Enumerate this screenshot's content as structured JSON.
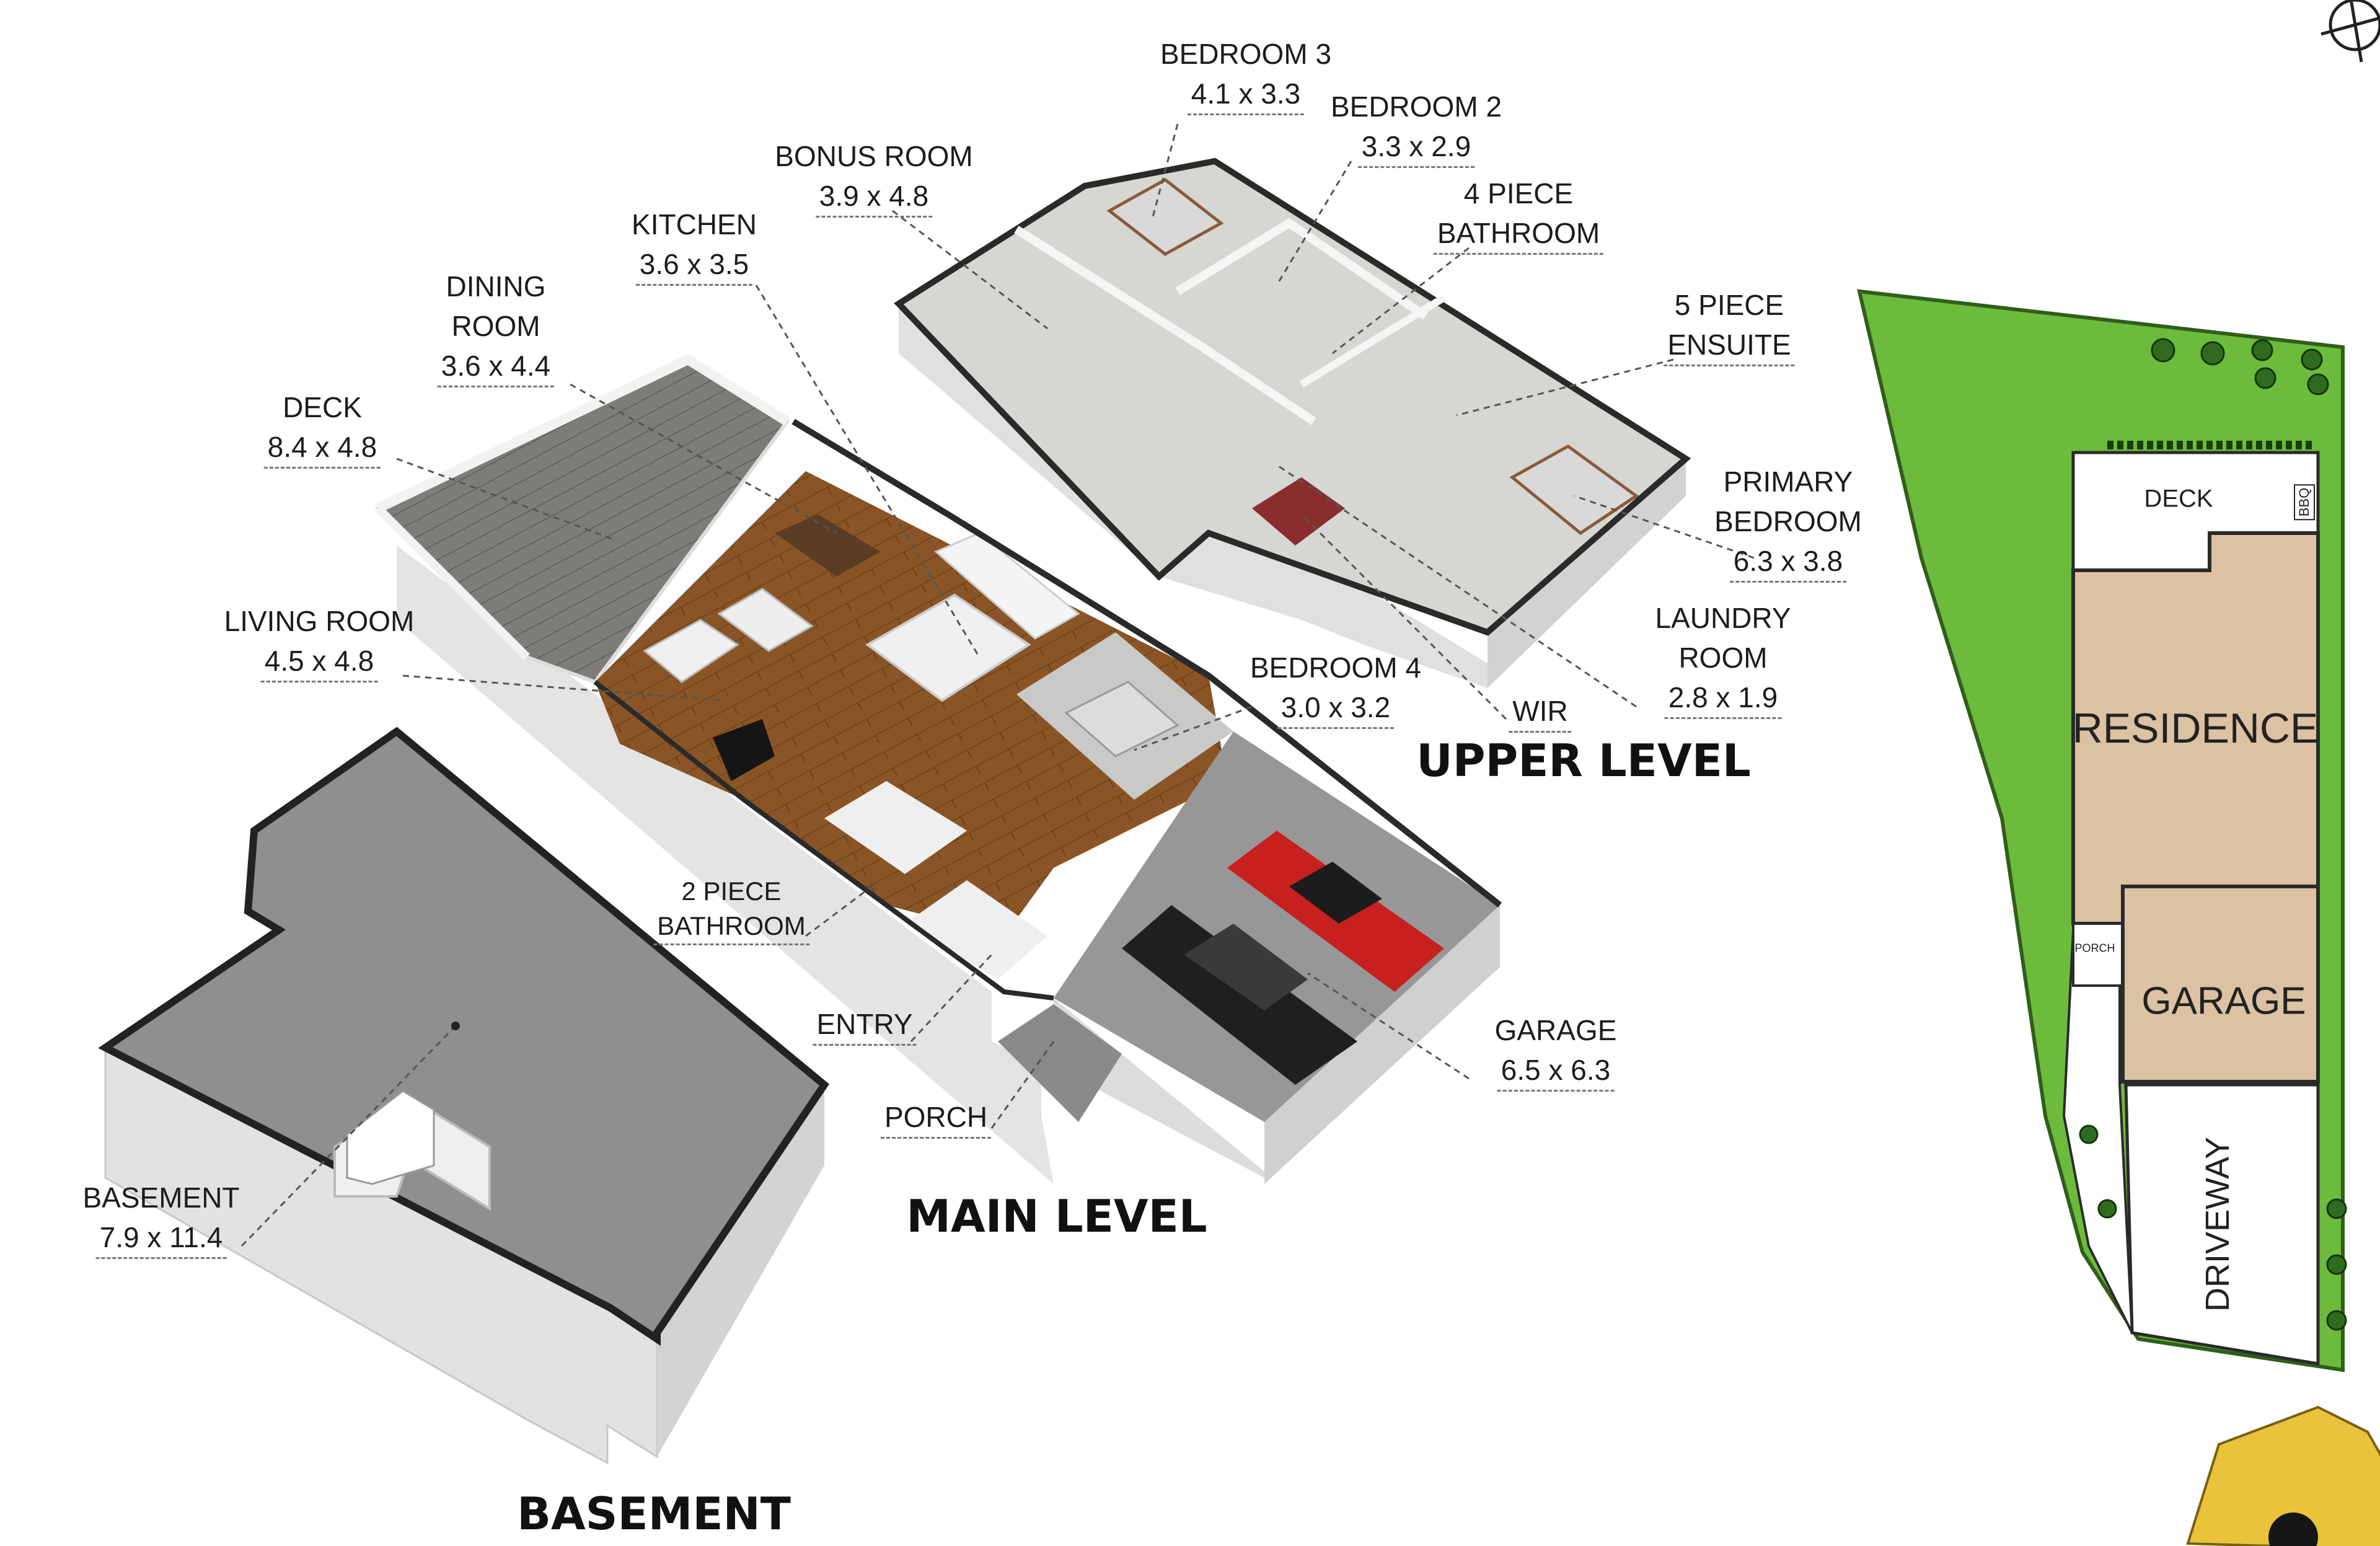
{
  "levels": {
    "upper": "UPPER LEVEL",
    "main": "MAIN LEVEL",
    "basement": "BASEMENT"
  },
  "rooms": {
    "bedroom3": {
      "name": "BEDROOM 3",
      "dims": "4.1 x 3.3"
    },
    "bedroom2": {
      "name": "BEDROOM 2",
      "dims": "3.3 x 2.9"
    },
    "bonus_room": {
      "name": "BONUS ROOM",
      "dims": "3.9 x 4.8"
    },
    "four_piece_bathroom": {
      "name1": "4 PIECE",
      "name2": "BATHROOM"
    },
    "kitchen": {
      "name": "KITCHEN",
      "dims": "3.6 x 3.5"
    },
    "five_piece_ensuite": {
      "name1": "5 PIECE",
      "name2": "ENSUITE"
    },
    "dining_room": {
      "name1": "DINING",
      "name2": "ROOM",
      "dims": "3.6 x 4.4"
    },
    "deck": {
      "name": "DECK",
      "dims": "8.4 x 4.8"
    },
    "primary_bedroom": {
      "name1": "PRIMARY",
      "name2": "BEDROOM",
      "dims": "6.3 x 3.8"
    },
    "living_room": {
      "name": "LIVING ROOM",
      "dims": "4.5 x 4.8"
    },
    "laundry_room": {
      "name1": "LAUNDRY",
      "name2": "ROOM",
      "dims": "2.8 x 1.9"
    },
    "bedroom4": {
      "name": "BEDROOM 4",
      "dims": "3.0 x 3.2"
    },
    "wir": {
      "name": "WIR"
    },
    "two_piece_bathroom": {
      "name1": "2 PIECE",
      "name2": "BATHROOM"
    },
    "entry": {
      "name": "ENTRY"
    },
    "garage": {
      "name": "GARAGE",
      "dims": "6.5 x 6.3"
    },
    "porch": {
      "name": "PORCH"
    },
    "basement": {
      "name": "BASEMENT",
      "dims": "7.9 x 11.4"
    }
  },
  "site_plan": {
    "deck": "DECK",
    "bbq": "BBQ",
    "residence": "RESIDENCE",
    "porch": "PORCH",
    "garage": "GARAGE",
    "driveway": "DRIVEWAY"
  },
  "colors": {
    "lawn": "#6cbb3c",
    "building": "#dcc1a3",
    "wood_floor": "#8a5526",
    "deck_floor": "#7a7a78",
    "basement_floor": "#8f8f8f",
    "wall": "#f2f2f2",
    "wall_top": "#2a2a2a"
  },
  "icons": [
    "compass-icon",
    "tape-measure-icon"
  ]
}
